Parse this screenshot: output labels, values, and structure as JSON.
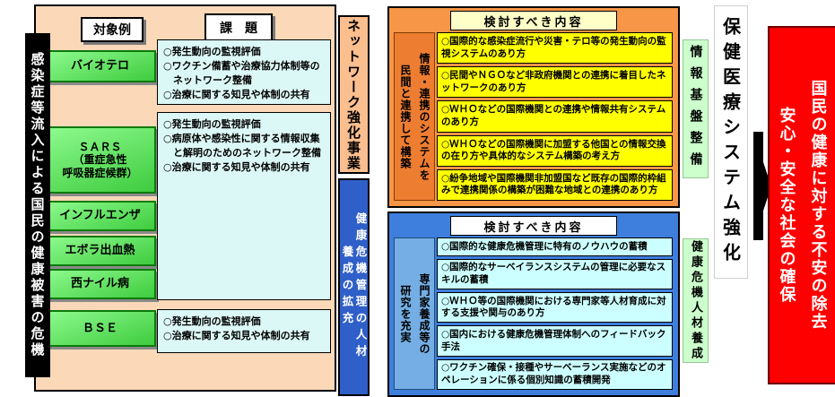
{
  "banner": {
    "text": "感染症等流入による国民の健康被害の危機"
  },
  "examples_panel": {
    "examples_header": "対象例",
    "issues_header": "課　題",
    "diseases": [
      "バイオテロ",
      "ＳＡＲＳ\n（重症急性\n呼吸器症候群）",
      "インフルエンザ",
      "エボラ出血熱",
      "西ナイル病",
      "ＢＳＥ"
    ],
    "issue_groups": [
      {
        "items": "○発生動向の監視評価\n○ワクチン備蓄や治療協力体制等の\n　ネットワーク整備\n○治療に関する知見や体制の共有"
      },
      {
        "items": "○発生動向の監視評価\n○病原体や感染性に関する情報収集\n　と解明のためのネットワーク整備\n○治療に関する知見や体制の共有"
      },
      {
        "items": "○発生動向の監視評価\n○治療に関する知見や体制の共有"
      }
    ]
  },
  "programs": {
    "network": "ネットワーク強化事業",
    "hr": "健康危機管理の人材\n養成の拡充"
  },
  "network_review": {
    "header": "検討すべき内容",
    "strip": "情報・連携のシステムを\n民間と連携して構築",
    "items": [
      "○国際的な感染症流行や災害・テロ等の発生動向の監視システムのあり方",
      "○民間やＮＧＯなど非政府機関との連携に着目したネットワークのあり方",
      "○ＷＨＯなどの国際機関との連携や情報共有システムのあり方",
      "○ＷＨＯなどの国際機関に加盟する他国との情報交換の在り方や具体的なシステム構築の考え方",
      "○紛争地域や国際機関非加盟国など既存の国際的枠組みで連携関係の構築が困難な地域との連携のあり方"
    ]
  },
  "hr_review": {
    "header": "検討すべき内容",
    "strip": "専門家養成等の\n研究を充実",
    "items": [
      "○国際的な健康危機管理に特有のノウハウの蓄積",
      "○国際的なサーベイランスシステムの管理に必要なスキルの蓄積",
      "○ＷＨＯ等の国際機関における専門家等人材育成に対する支援や関与のあり方",
      "○国内における健康危機管理体制へのフィードバック手法",
      "○ワクチン確保・接種やサーベーランス実施などのオペレーションに係る個別知識の蓄積開発"
    ]
  },
  "rails": {
    "info": "情報基盤整備",
    "hr": "健康危機人材養成"
  },
  "system": {
    "label": "保健医療システム強化"
  },
  "goal": {
    "text": "国民の健康に対する不安の除去\n安心・安全な社会の確保"
  },
  "colors": {
    "panel_bg": "#FBD9B8",
    "disease_green": "#3ECC3E",
    "issue_cyan": "#DCF8F6",
    "network_orange": "#FBBE8E",
    "program_blue": "#2F5FC8",
    "review_top_bg": "#F79646",
    "review_top_item": "#FFFF00",
    "review_bottom_bg": "#3E7EDD",
    "review_bottom_item": "#CCFFFF",
    "rail_green": "#CCFFCC",
    "goal_red": "#FF0000",
    "banner_black": "#000000"
  }
}
